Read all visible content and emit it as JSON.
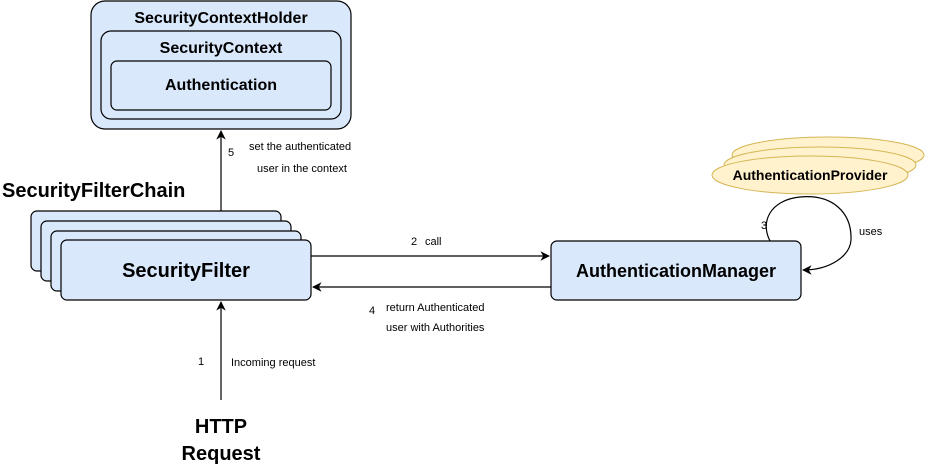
{
  "colors": {
    "box_fill": "#dae8fc",
    "box_stroke": "#000000",
    "provider_fill": "#fff2cc",
    "provider_stroke": "#d6b656",
    "edge": "#000000"
  },
  "holder": {
    "outer_label": "SecurityContextHolder",
    "middle_label": "SecurityContext",
    "inner_label": "Authentication"
  },
  "chain_label": "SecurityFilterChain",
  "filter_label": "SecurityFilter",
  "manager_label": "AuthenticationManager",
  "provider_label": "AuthenticationProvider",
  "http_request": {
    "line1": "HTTP",
    "line2": "Request"
  },
  "edges": {
    "incoming": {
      "step": "1",
      "label": "Incoming request"
    },
    "call": {
      "step": "2",
      "label": "call"
    },
    "uses": {
      "step": "3",
      "label": "uses"
    },
    "return": {
      "step": "4",
      "line1": "return Authenticated",
      "line2": "user with Authorities"
    },
    "set": {
      "step": "5",
      "line1": "set the authenticated",
      "line2": "user in the context"
    }
  }
}
